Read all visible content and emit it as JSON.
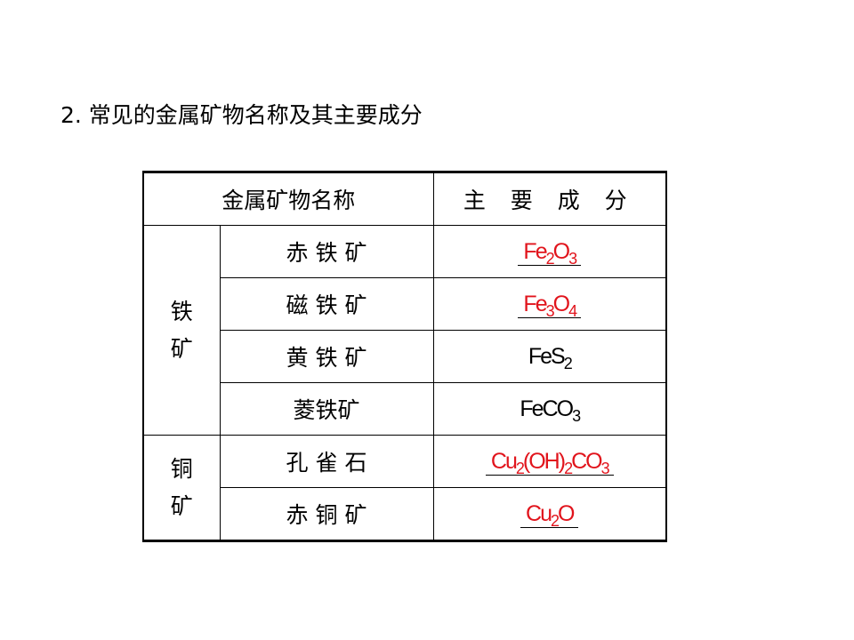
{
  "heading": "2. 常见的金属矿物名称及其主要成分",
  "table": {
    "headers": {
      "name": "金属矿物名称",
      "composition": "主 要 成 分"
    },
    "groups": {
      "iron": {
        "line1": "铁",
        "line2": "矿"
      },
      "copper": {
        "line1": "铜",
        "line2": "矿"
      }
    },
    "rows": [
      {
        "name": "赤 铁 矿",
        "f1": "Fe",
        "s1": "2",
        "f2": "O",
        "s2": "3",
        "f3": "",
        "s3": ""
      },
      {
        "name": "磁 铁 矿",
        "f1": "Fe",
        "s1": "3",
        "f2": "O",
        "s2": "4",
        "f3": "",
        "s3": ""
      },
      {
        "name": "黄 铁 矿",
        "f1": "FeS",
        "s1": "2",
        "f2": "",
        "s2": "",
        "f3": "",
        "s3": ""
      },
      {
        "name": "菱铁矿",
        "f1": "FeCO",
        "s1": "3",
        "f2": "",
        "s2": "",
        "f3": "",
        "s3": ""
      },
      {
        "name": "孔 雀 石",
        "f1": "Cu",
        "s1": "2",
        "f2": "(OH)",
        "s2": "2",
        "f3": "CO",
        "s3": "3"
      },
      {
        "name": "赤 铜 矿",
        "f1": "Cu",
        "s1": "2",
        "f2": "O",
        "s2": "",
        "f3": "",
        "s3": ""
      }
    ]
  },
  "colors": {
    "answer": "#e1141c",
    "given": "#000000"
  }
}
